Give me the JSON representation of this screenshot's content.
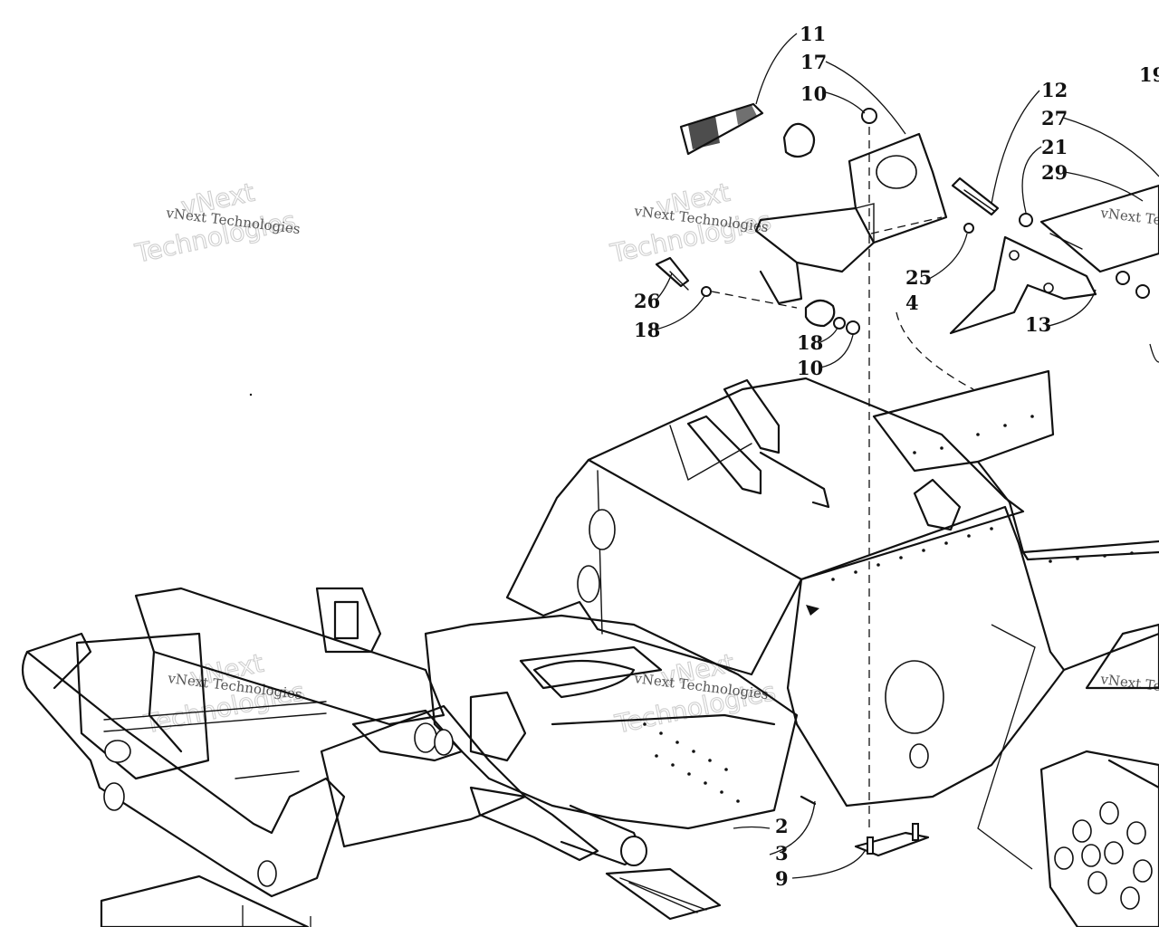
{
  "callouts": [
    {
      "id": "c11a",
      "text": "11"
    },
    {
      "id": "c17",
      "text": "17"
    },
    {
      "id": "c10a",
      "text": "10"
    },
    {
      "id": "c12",
      "text": "12"
    },
    {
      "id": "c27",
      "text": "27"
    },
    {
      "id": "c21",
      "text": "21"
    },
    {
      "id": "c29",
      "text": "29"
    },
    {
      "id": "c19",
      "text": "19"
    },
    {
      "id": "c25",
      "text": "25"
    },
    {
      "id": "c4",
      "text": "4"
    },
    {
      "id": "c13",
      "text": "13"
    },
    {
      "id": "c26",
      "text": "26"
    },
    {
      "id": "c18a",
      "text": "18"
    },
    {
      "id": "c18b",
      "text": "18"
    },
    {
      "id": "c10b",
      "text": "10"
    },
    {
      "id": "c2",
      "text": "2"
    },
    {
      "id": "c3",
      "text": "3"
    },
    {
      "id": "c9",
      "text": "9"
    }
  ],
  "watermark": {
    "small": "vNext Technologies",
    "big_line1": "vNext",
    "big_line2": "Technologies"
  }
}
